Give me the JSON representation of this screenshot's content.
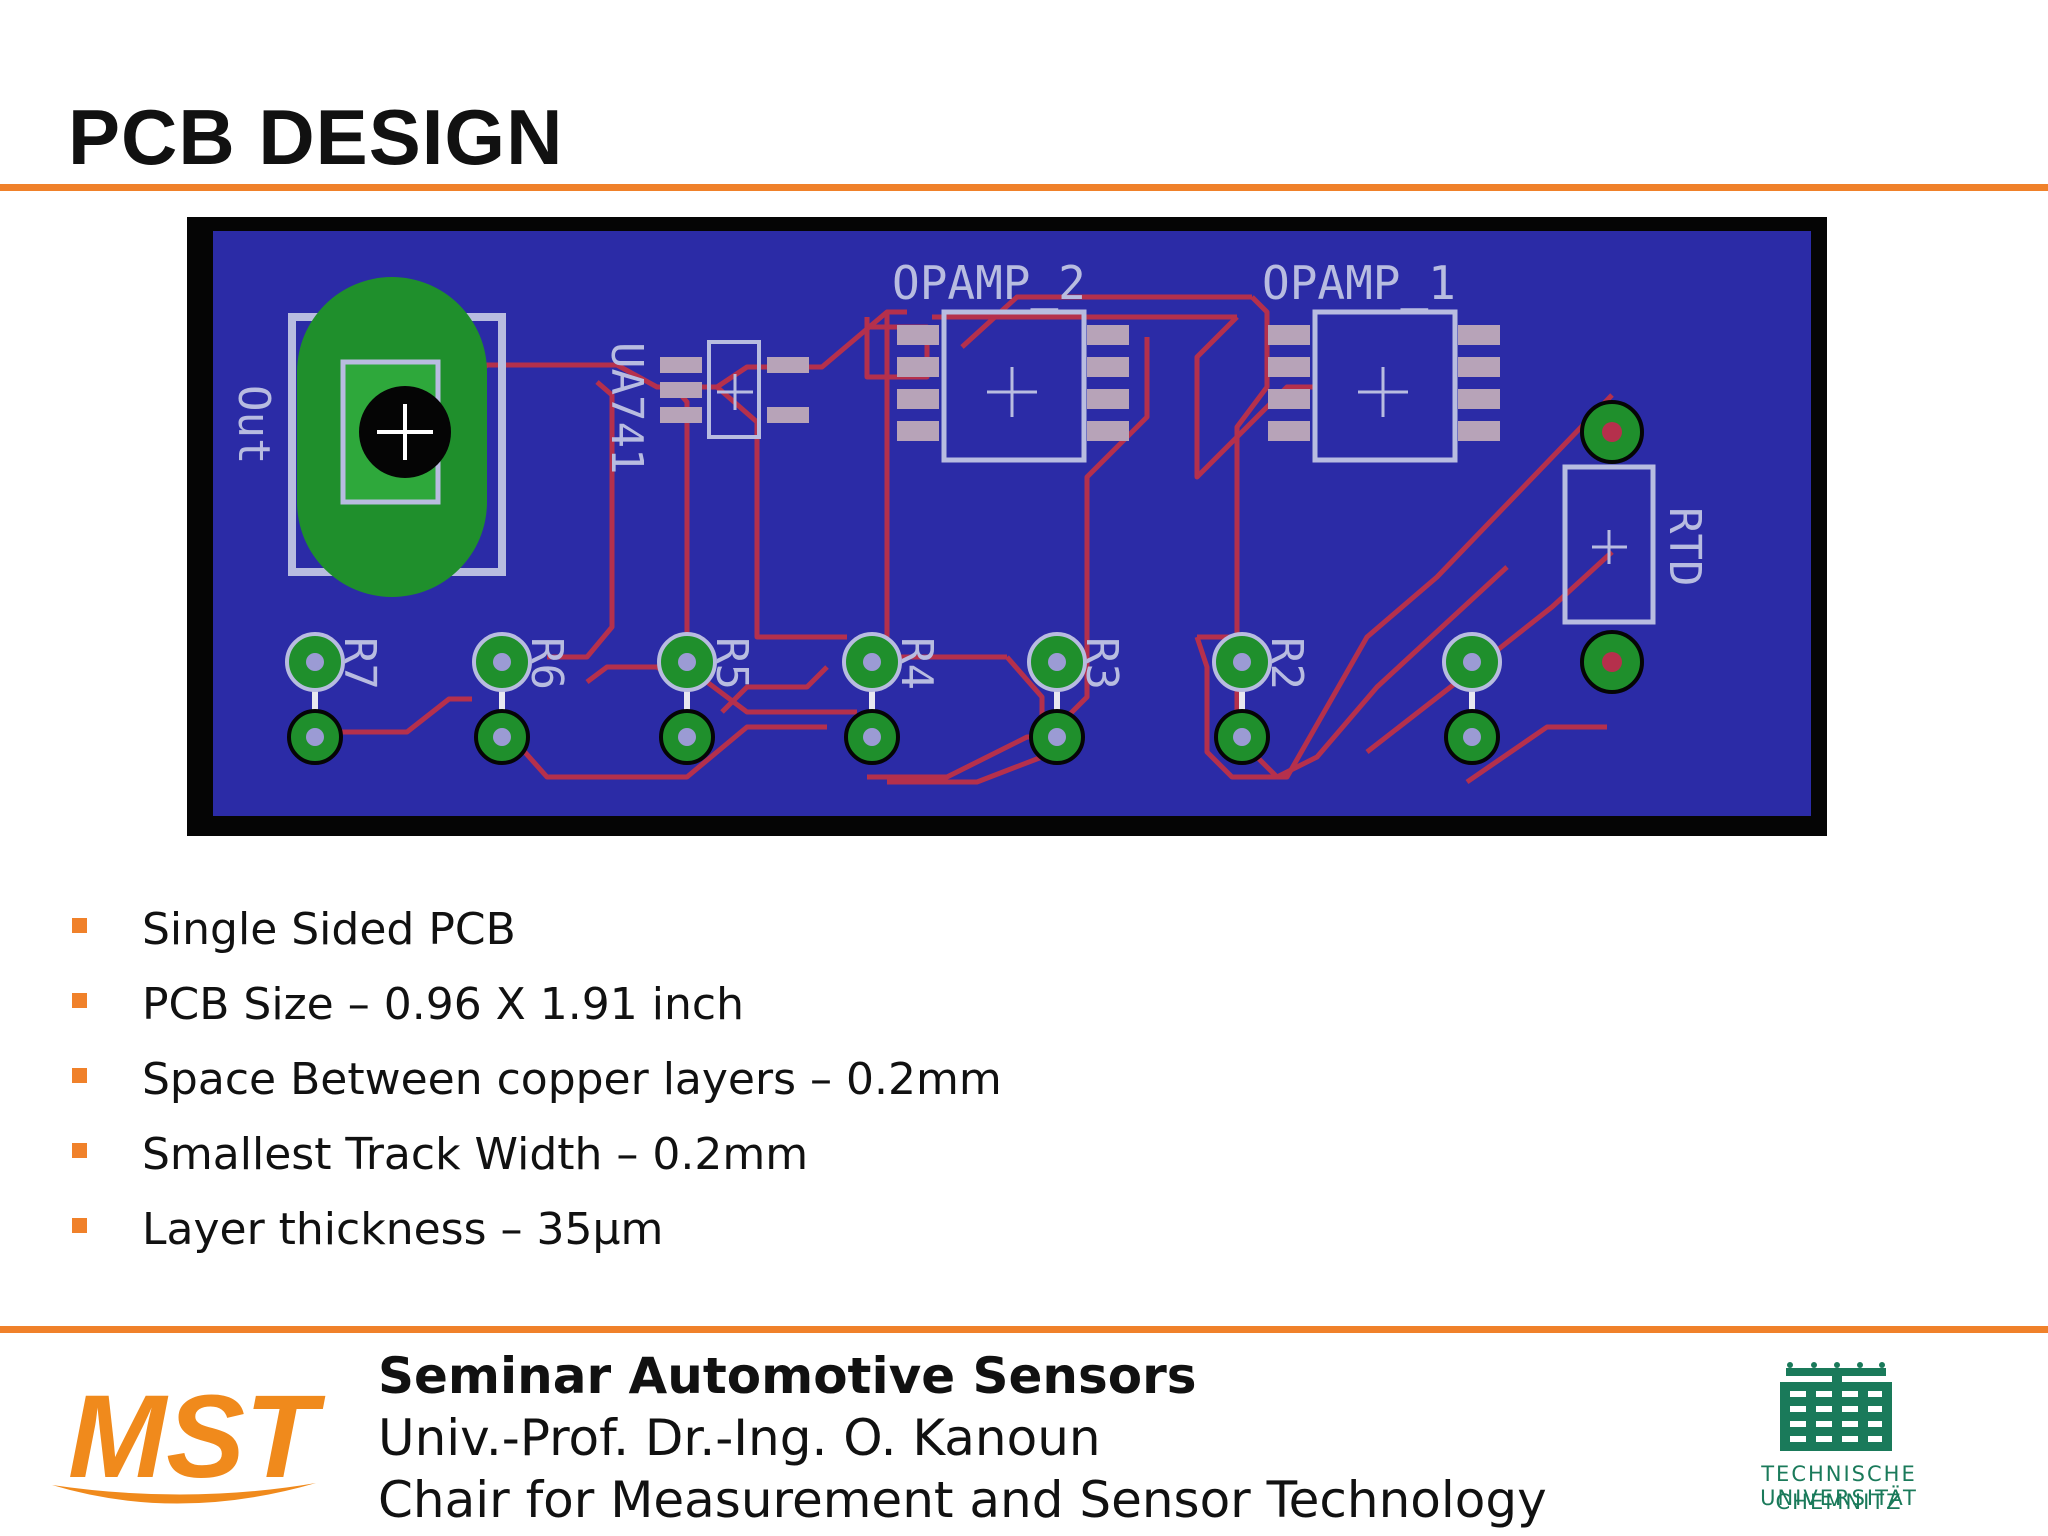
{
  "slide": {
    "title": "PCB DESIGN"
  },
  "pcb": {
    "labels": {
      "opamp2": "OPAMP_2",
      "opamp1": "OPAMP_1",
      "out": "Out",
      "ua741": "UA741",
      "rtd": "RTD",
      "r7": "R7",
      "r6": "R6",
      "r5": "R5",
      "r4": "R4",
      "r3": "R3",
      "r2": "R2"
    },
    "colors": {
      "board": "#2b2ba6",
      "border": "#050505",
      "trace": "#b5304c",
      "copper": "#1f8f2c",
      "silk": "#b8bce0"
    }
  },
  "bullets": [
    "Single Sided PCB",
    "PCB Size – 0.96 X 1.91 inch",
    "Space Between copper layers – 0.2mm",
    "Smallest Track Width – 0.2mm",
    "Layer thickness – 35µm"
  ],
  "footer": {
    "logo_text": "MST",
    "line1": "Seminar Automotive Sensors",
    "line2": "Univ.-Prof. Dr.-Ing. O. Kanoun",
    "line3": "Chair for Measurement and Sensor Technology",
    "uni_line1": "TECHNISCHE UNIVERSITÄT",
    "uni_line2": "CHEMNITZ"
  },
  "theme": {
    "accent": "#f0812a",
    "uni_green": "#1a7a5a"
  }
}
